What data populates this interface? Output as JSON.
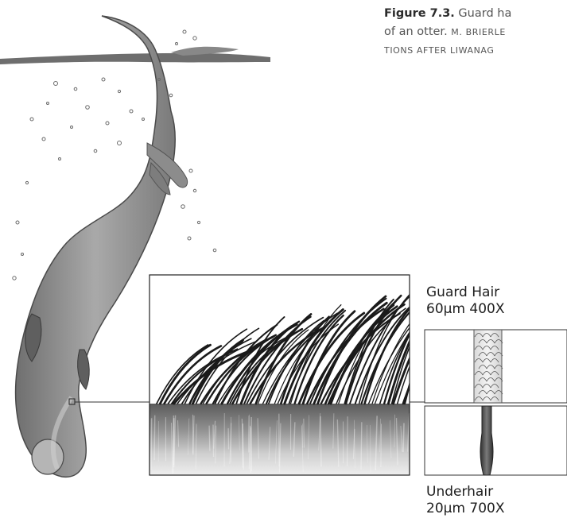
{
  "caption": {
    "figure_label": "Figure 7.3.",
    "line1_text": "Guard ha",
    "line2_start": "of an otter.",
    "line2_credit": "M. BRIERLE",
    "line3_credit": "TIONS AFTER LIWANAG"
  },
  "labels": {
    "guard_title": "Guard Hair",
    "guard_spec": "60µm 400X",
    "under_title": "Underhair",
    "under_spec": "20µm 700X"
  },
  "colors": {
    "fur_dark": "#222222",
    "fur_light": "#e8e8e8",
    "otter_body": "#8a8a8a",
    "frame": "#333333"
  },
  "icons": [
    "otter-illustration",
    "bubble-icon"
  ]
}
